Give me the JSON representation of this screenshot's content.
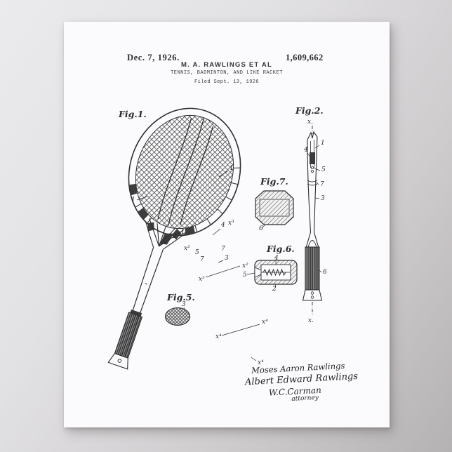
{
  "poster": {
    "header": {
      "date": "Dec. 7, 1926.",
      "patent_number": "1,609,662",
      "inventor_line": "M. A. RAWLINGS ET AL",
      "title_line": "TENNIS, BADMINTON, AND LIKE RACKET",
      "filed_line": "Filed Sept. 13, 1926"
    },
    "figures": {
      "fig1": "Fig.1.",
      "fig2": "Fig.2.",
      "fig5": "Fig.5.",
      "fig6": "Fig.6.",
      "fig7": "Fig.7."
    },
    "refs": {
      "n1": "1",
      "n2": "2",
      "n3": "3",
      "n4": "4",
      "n5": "5",
      "n6": "6",
      "n7": "7",
      "x": "x.",
      "x2": "x²",
      "x3": "x³",
      "x4": "x⁴"
    },
    "signatures": {
      "line1": "Moses Aaron Rawlings",
      "line2": "Albert Edward Rawlings",
      "line3": "W.C.Carman",
      "line4": "attorney"
    },
    "colors": {
      "ink": "#2e2e2e",
      "paper": "#fbfbfd",
      "wall_light": "#ebebed",
      "wall_dark": "#b5b2b3"
    }
  }
}
